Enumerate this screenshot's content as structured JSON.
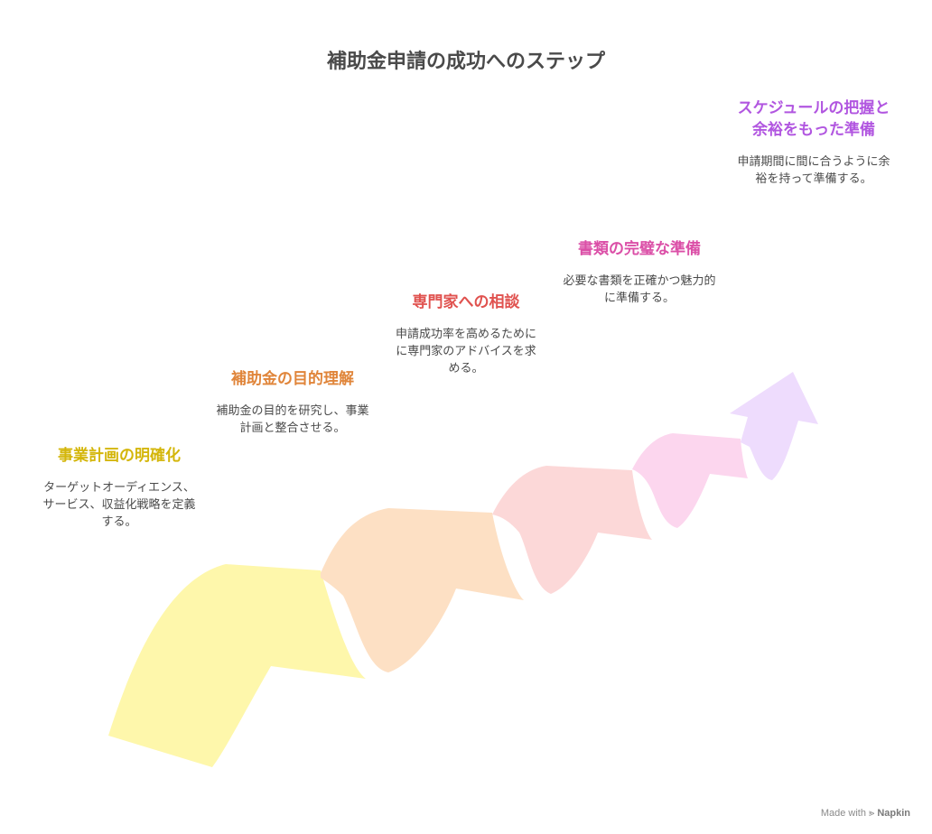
{
  "title": "補助金申請の成功へのステップ",
  "steps": [
    {
      "title": "事業計画の明確化",
      "desc": "ターゲットオーディエンス、サービス、収益化戦略を定義する。",
      "color": "#d4b60a",
      "fill": "#fef7ab"
    },
    {
      "title": "補助金の目的理解",
      "desc": "補助金の目的を研究し、事業計画と整合させる。",
      "color": "#e0853a",
      "fill": "#fde0c4"
    },
    {
      "title": "専門家への相談",
      "desc": "申請成功率を高めるためにに専門家のアドバイスを求める。",
      "color": "#e0524f",
      "fill": "#fcd8d8"
    },
    {
      "title": "書類の完璧な準備",
      "desc": "必要な書類を正確かつ魅力的に準備する。",
      "color": "#db4fa7",
      "fill": "#fcd6ee"
    },
    {
      "title": "スケジュールの把握と余裕をもった準備",
      "desc": "申請期間に間に合うように余裕を持って準備する。",
      "color": "#b156e0",
      "fill": "#eedcfd"
    }
  ],
  "footer": {
    "made_with": "Made with",
    "brand": "Napkin"
  }
}
